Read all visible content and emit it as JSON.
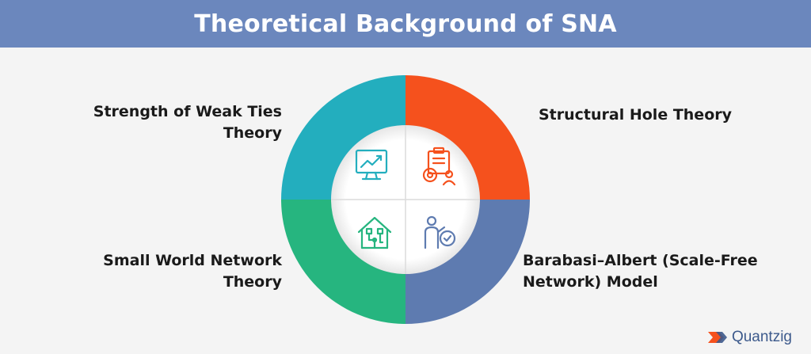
{
  "header": {
    "title": "Theoretical Background of SNA"
  },
  "quadrants": [
    {
      "id": "top-left",
      "label": "Strength of Weak Ties Theory",
      "color": "#23aebe",
      "icon": "monitor-chart-icon"
    },
    {
      "id": "top-right",
      "label": "Structural Hole Theory",
      "color": "#f5511d",
      "icon": "clipboard-gear-person-icon"
    },
    {
      "id": "bottom-right",
      "label": "Barabasi–Albert (Scale-Free Network) Model",
      "color": "#5e7bb0",
      "icon": "person-gear-icon"
    },
    {
      "id": "bottom-left",
      "label": "Small World Network Theory",
      "color": "#26b57f",
      "icon": "house-network-icon"
    }
  ],
  "logo": {
    "text": "Quantzig"
  }
}
